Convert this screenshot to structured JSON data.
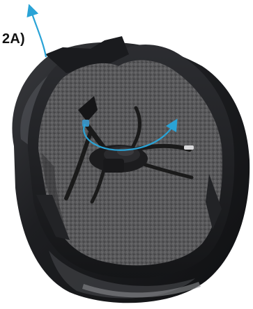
{
  "figure": {
    "step_label": "2A)",
    "subject": "helmet-interior-foam-liner",
    "colors": {
      "shell": "#1b1c1e",
      "shell_highlight": "#4a4c50",
      "rim": "#2a2b2e",
      "foam": "#5e5e60",
      "foam_dark": "#4a4a4c",
      "arrow": "#2aa3d6",
      "strap": "#1a1a1a",
      "background": "#ffffff"
    },
    "icons": [
      "curved-up-arrow",
      "rotation-arrow"
    ]
  }
}
